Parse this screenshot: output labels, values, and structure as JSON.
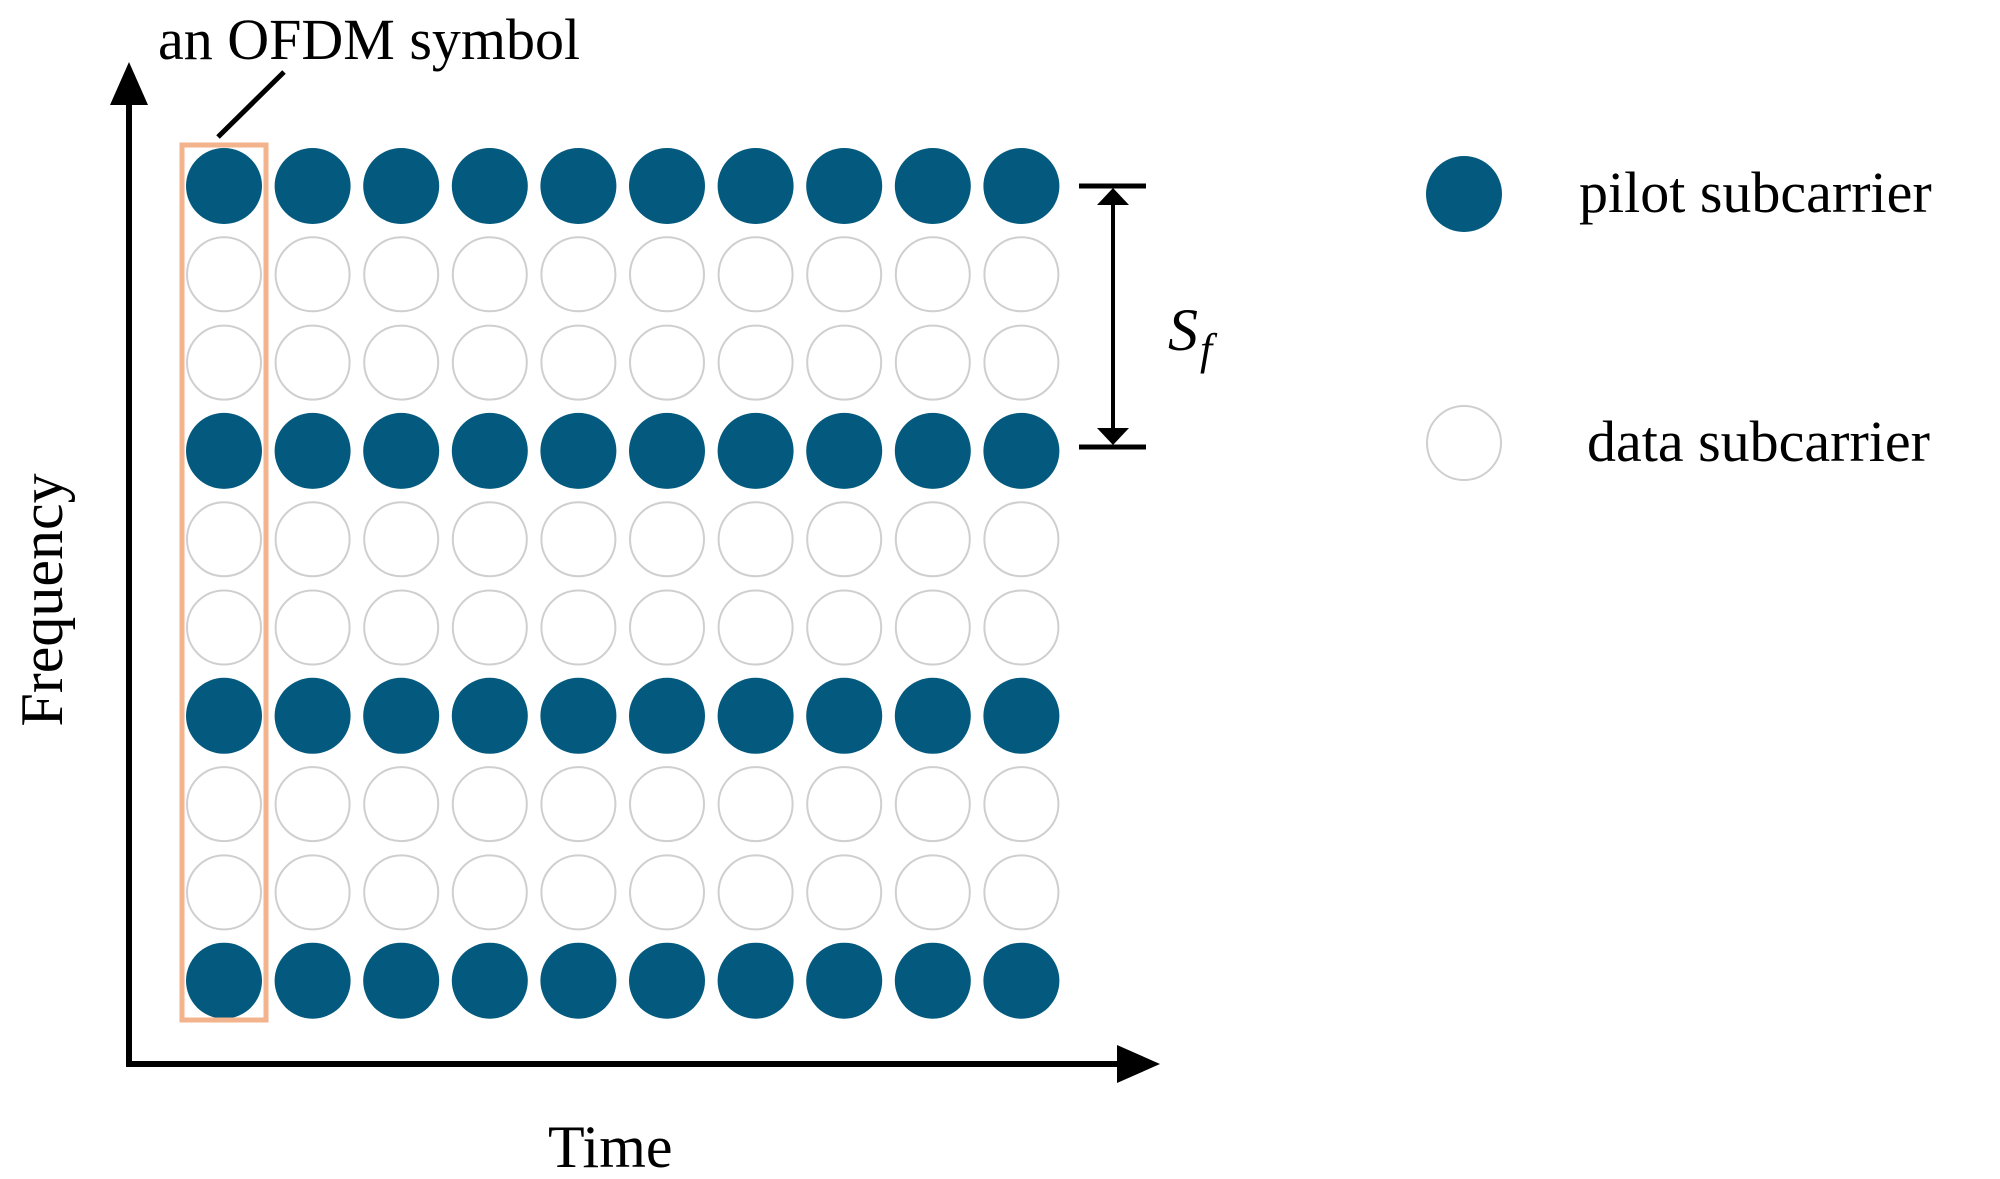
{
  "colors": {
    "pilot": "#035a7e",
    "data_stroke": "#cfcfcf",
    "data_fill": "#ffffff",
    "symbol_box": "#f3b38c",
    "axis": "#000000"
  },
  "grid": {
    "columns": 10,
    "rows": [
      "pilot",
      "data",
      "data",
      "pilot",
      "data",
      "data",
      "pilot",
      "data",
      "data",
      "pilot"
    ]
  },
  "labels": {
    "ofdm_symbol": "an OFDM symbol",
    "x_axis": "Time",
    "y_axis": "Frequency",
    "spacing_main": "S",
    "spacing_sub": "f"
  },
  "legend": {
    "pilot_label": "pilot subcarrier",
    "data_label": "data subcarrier"
  }
}
